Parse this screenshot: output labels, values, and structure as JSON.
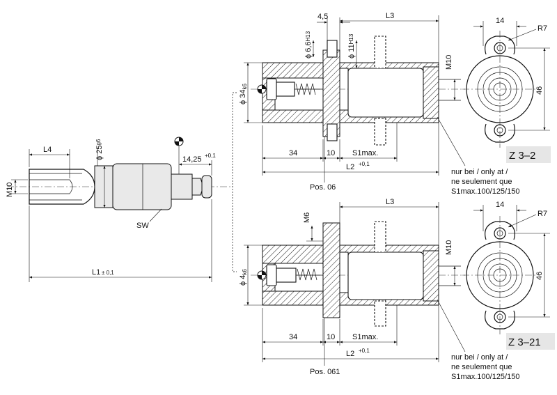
{
  "left_view": {
    "dim_l4": "L4",
    "dim_d25": "ϕ 25",
    "dim_d25_tol": "g6",
    "dim_m10": "M10",
    "dim_1425": "14,25",
    "dim_1425_tol": "+0,1",
    "label_sw": "SW",
    "dim_l1": "L1",
    "dim_l1_tol": "± 0,1"
  },
  "top_view": {
    "dim_45": "4,5",
    "dim_l3": "L3",
    "dim_d66": "ϕ 6,6",
    "dim_d66_tol": "H13",
    "dim_d11": "ϕ 11",
    "dim_d11_tol": "H13",
    "dim_m10": "M10",
    "dim_d34": "ϕ 34",
    "dim_d34_tol": "k6",
    "dim_34": "34",
    "dim_10": "10",
    "dim_s1": "S1max.",
    "dim_l2": "L2",
    "dim_l2_tol": "+0,1",
    "pos": "Pos. 06",
    "dim_14": "14",
    "dim_r7": "R7",
    "dim_46": "46",
    "code": "Z 3–2",
    "note_lines": [
      "nur bei / only at /",
      "ne seulement que",
      "S1max.100/125/150"
    ]
  },
  "bottom_view": {
    "dim_l3": "L3",
    "dim_m6": "M6",
    "dim_m10": "M10",
    "dim_d4": "ϕ 4",
    "dim_d4_tol": "k6",
    "dim_34": "34",
    "dim_10": "10",
    "dim_s1": "S1max.",
    "dim_l2": "L2",
    "dim_l2_tol": "+0,1",
    "pos": "Pos. 061",
    "dim_14": "14",
    "dim_r7": "R7",
    "dim_46": "46",
    "code": "Z 3–21",
    "note_lines": [
      "nur bei / only at /",
      "ne seulement que",
      "S1max.100/125/150"
    ]
  },
  "colors": {
    "ink": "#111111",
    "tag_background": "#e6e6e6"
  }
}
